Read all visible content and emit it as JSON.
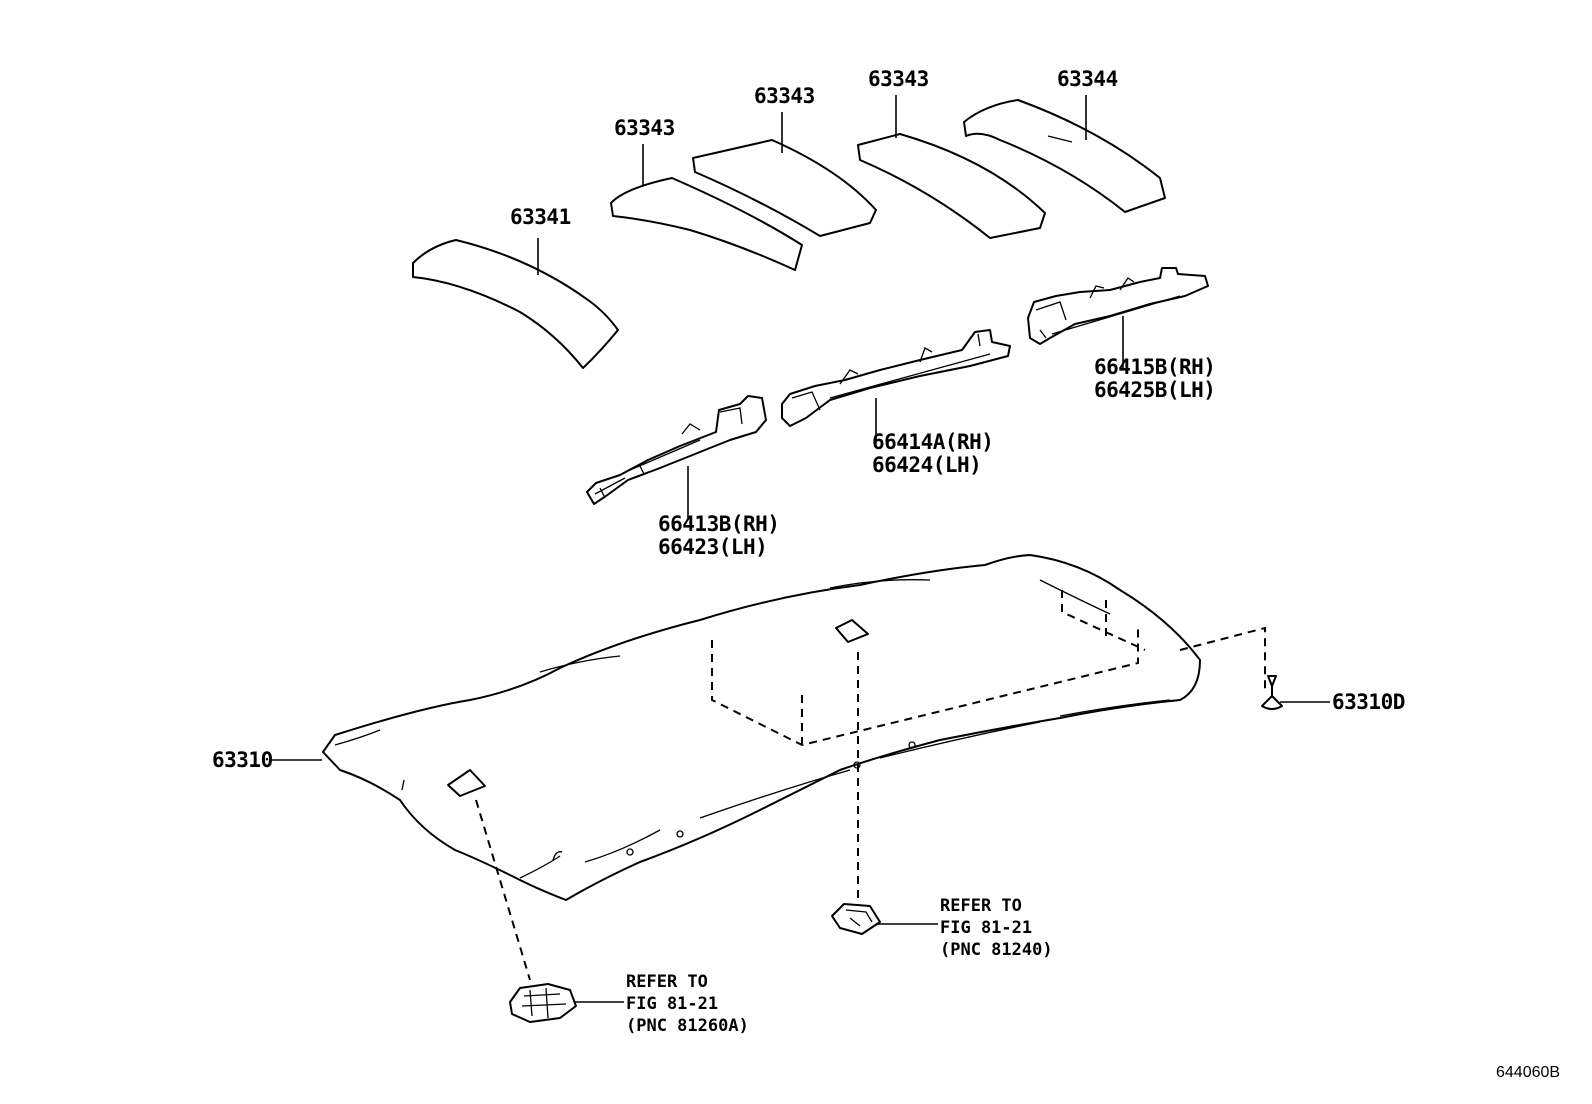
{
  "part_labels": {
    "p63341": "63341",
    "p63343_a": "63343",
    "p63343_b": "63343",
    "p63343_c": "63343",
    "p63344": "63344",
    "p66415_rh": "66415B(RH)",
    "p66425_lh": "66425B(LH)",
    "p66414_rh": "66414A(RH)",
    "p66424_lh": "66424(LH)",
    "p66413_rh": "66413B(RH)",
    "p66423_lh": "66423(LH)",
    "p63310": "63310",
    "p63310d": "63310D"
  },
  "refer_notes": [
    {
      "line1": "REFER TO",
      "line2": "FIG 81-21",
      "line3": "(PNC 81240)"
    },
    {
      "line1": "REFER TO",
      "line2": "FIG 81-21",
      "line3": "(PNC 81260A)"
    }
  ],
  "figure_code": "644060B"
}
